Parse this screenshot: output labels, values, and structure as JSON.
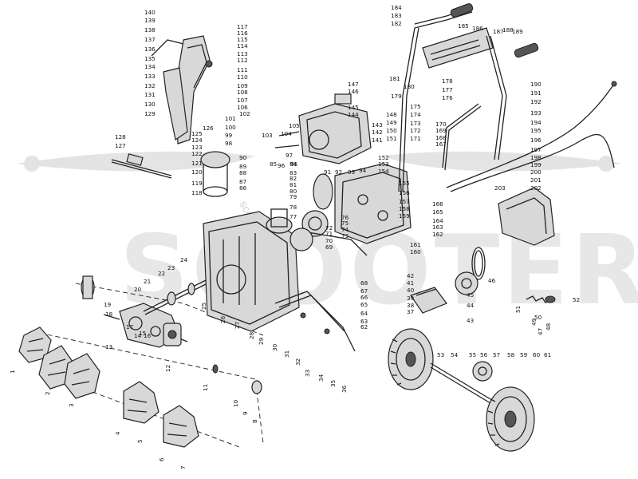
{
  "watermark": {
    "brand": "SCOOTER",
    "url": "scooter.ru"
  },
  "callout_labels": [
    "1",
    "2",
    "3",
    "4",
    "5",
    "6",
    "7",
    "8",
    "9",
    "10",
    "11",
    "12",
    "13",
    "14",
    "15",
    "16",
    "17",
    "18",
    "19",
    "20",
    "21",
    "22",
    "23",
    "24",
    "25",
    "26",
    "27",
    "28",
    "29",
    "30",
    "31",
    "32",
    "33",
    "34",
    "35",
    "36",
    "37",
    "38",
    "39",
    "40",
    "41",
    "42",
    "43",
    "44",
    "45",
    "46",
    "47",
    "48",
    "49",
    "50",
    "51",
    "52",
    "53",
    "54",
    "55",
    "56",
    "57",
    "58",
    "59",
    "60",
    "61",
    "62",
    "63",
    "64",
    "65",
    "66",
    "67",
    "68",
    "69",
    "70",
    "71",
    "72",
    "73",
    "74",
    "75",
    "76",
    "77",
    "78",
    "79",
    "80",
    "81",
    "82",
    "83",
    "84",
    "85",
    "86",
    "87",
    "88",
    "89",
    "90",
    "91",
    "92",
    "93",
    "94",
    "95",
    "96",
    "97",
    "98",
    "99",
    "100",
    "101",
    "102",
    "103",
    "104",
    "105",
    "106",
    "107",
    "108",
    "109",
    "110",
    "111",
    "112",
    "113",
    "114",
    "115",
    "116",
    "117",
    "118",
    "119",
    "120",
    "121",
    "122",
    "123",
    "124",
    "125",
    "126",
    "127",
    "128",
    "129",
    "130",
    "131",
    "132",
    "133",
    "134",
    "135",
    "136",
    "137",
    "138",
    "139",
    "140",
    "141",
    "142",
    "143",
    "144",
    "145",
    "146",
    "147",
    "148",
    "149",
    "150",
    "151",
    "152",
    "153",
    "154",
    "155",
    "156",
    "157",
    "158",
    "159",
    "160",
    "161",
    "162",
    "163",
    "164",
    "165",
    "166",
    "167",
    "168",
    "169",
    "170",
    "171",
    "172",
    "173",
    "174",
    "175",
    "176",
    "177",
    "178",
    "179",
    "180",
    "181",
    "182",
    "183",
    "184",
    "185",
    "186",
    "187",
    "188",
    "189",
    "190",
    "191",
    "192",
    "193",
    "194",
    "195",
    "196",
    "197",
    "198",
    "199",
    "200",
    "201",
    "202",
    "203"
  ]
}
